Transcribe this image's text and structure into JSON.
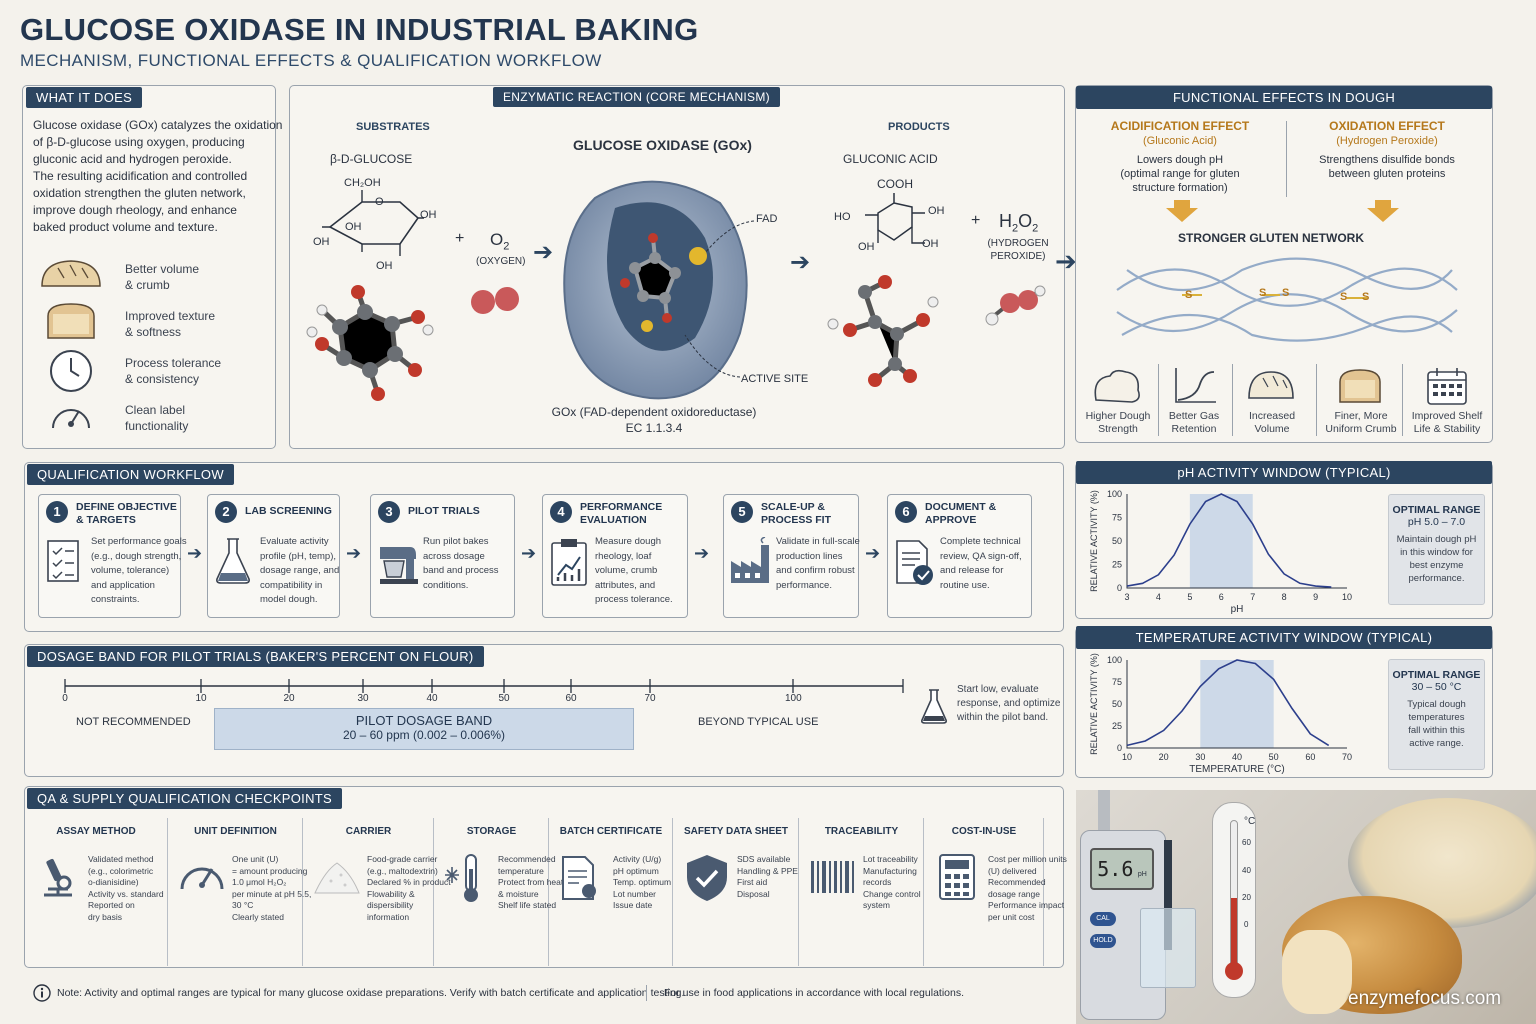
{
  "title": "GLUCOSE OXIDASE IN INDUSTRIAL BAKING",
  "subtitle": "MECHANISM, FUNCTIONAL EFFECTS & QUALIFICATION WORKFLOW",
  "what": {
    "header": "WHAT IT DOES",
    "body": [
      "Glucose oxidase (GOx) catalyzes the oxidation",
      "of β-D-glucose using oxygen, producing",
      "gluconic acid and hydrogen peroxide.",
      "The resulting acidification and controlled",
      "oxidation strengthen the gluten network,",
      "improve dough rheology, and enhance",
      "baked product volume and texture."
    ],
    "benefits": [
      {
        "icon": "bread-loaf-icon",
        "l1": "Better volume",
        "l2": "& crumb"
      },
      {
        "icon": "bread-slice-icon",
        "l1": "Improved texture",
        "l2": "& softness"
      },
      {
        "icon": "clock-icon",
        "l1": "Process tolerance",
        "l2": "& consistency"
      },
      {
        "icon": "gauge-icon",
        "l1": "Clean label",
        "l2": "functionality"
      }
    ]
  },
  "reaction": {
    "header": "ENZYMATIC REACTION (CORE MECHANISM)",
    "substrates": "SUBSTRATES",
    "products": "PRODUCTS",
    "glucose": "β-D-GLUCOSE",
    "oxygen_formula": "O",
    "oxygen_sub": "2",
    "oxygen_label": "(OXYGEN)",
    "enzyme": "GLUCOSE OXIDASE (GOx)",
    "fad": "FAD",
    "active_site": "ACTIVE SITE",
    "enzyme_desc1": "GOx (FAD-dependent oxidoreductase)",
    "enzyme_desc2": "EC 1.1.3.4",
    "gluconic": "GLUCONIC ACID",
    "h2o2_l1": "(HYDROGEN",
    "h2o2_l2": "PEROXIDE)",
    "plus": "+",
    "glucose_atoms": {
      "ch2oh": "CH₂OH",
      "oh1": "OH",
      "oh2": "OH",
      "oh3": "OH",
      "oh4": "OH",
      "o": "O"
    },
    "gluconic_atoms": {
      "cooh": "COOH",
      "ho": "HO",
      "oh1": "OH",
      "oh2": "OH",
      "oh3": "OH"
    }
  },
  "functional": {
    "header": "FUNCTIONAL EFFECTS IN DOUGH",
    "acid_title": "ACIDIFICATION EFFECT",
    "acid_sub": "(Gluconic Acid)",
    "acid_desc": [
      "Lowers dough pH",
      "(optimal range for gluten",
      "structure formation)"
    ],
    "ox_title": "OXIDATION EFFECT",
    "ox_sub": "(Hydrogen Peroxide)",
    "ox_desc": [
      "Strengthens disulfide bonds",
      "between gluten proteins"
    ],
    "network": "STRONGER GLUTEN NETWORK",
    "s": "S",
    "effects": [
      {
        "icon": "dough-icon",
        "l1": "Higher Dough",
        "l2": "Strength"
      },
      {
        "icon": "gas-curve-icon",
        "l1": "Better Gas",
        "l2": "Retention"
      },
      {
        "icon": "loaf-icon",
        "l1": "Increased",
        "l2": "Volume"
      },
      {
        "icon": "crumb-icon",
        "l1": "Finer, More",
        "l2": "Uniform Crumb"
      },
      {
        "icon": "calendar-icon",
        "l1": "Improved Shelf",
        "l2": "Life & Stability"
      }
    ]
  },
  "workflow": {
    "header": "QUALIFICATION WORKFLOW",
    "steps": [
      {
        "n": "1",
        "t1": "DEFINE OBJECTIVE",
        "t2": "& TARGETS",
        "icon": "checklist-icon",
        "d": [
          "Set performance goals",
          "(e.g., dough strength,",
          "volume, tolerance)",
          "and application",
          "constraints."
        ]
      },
      {
        "n": "2",
        "t1": "LAB SCREENING",
        "t2": "",
        "icon": "flask-icon",
        "d": [
          "Evaluate activity",
          "profile (pH, temp),",
          "dosage range, and",
          "compatibility in",
          "model dough."
        ]
      },
      {
        "n": "3",
        "t1": "PILOT TRIALS",
        "t2": "",
        "icon": "mixer-icon",
        "d": [
          "Run pilot bakes",
          "across dosage",
          "band and process",
          "conditions."
        ]
      },
      {
        "n": "4",
        "t1": "PERFORMANCE",
        "t2": "EVALUATION",
        "icon": "clipboard-chart-icon",
        "d": [
          "Measure dough",
          "rheology, loaf",
          "volume, crumb",
          "attributes, and",
          "process tolerance."
        ]
      },
      {
        "n": "5",
        "t1": "SCALE-UP &",
        "t2": "PROCESS FIT",
        "icon": "factory-icon",
        "d": [
          "Validate in full-scale",
          "production lines",
          "and confirm robust",
          "performance."
        ]
      },
      {
        "n": "6",
        "t1": "DOCUMENT &",
        "t2": "APPROVE",
        "icon": "document-check-icon",
        "d": [
          "Complete technical",
          "review, QA sign-off,",
          "and release for",
          "routine use."
        ]
      }
    ]
  },
  "dosage": {
    "header": "DOSAGE BAND FOR PILOT TRIALS  (BAKER'S PERCENT ON FLOUR)",
    "ticks": [
      "0",
      "10",
      "20",
      "30",
      "40",
      "50",
      "60",
      "70",
      "100"
    ],
    "not_rec": "NOT RECOMMENDED",
    "band_title": "PILOT DOSAGE BAND",
    "band_range": "20 – 60 ppm (0.002 – 0.006%)",
    "beyond": "BEYOND TYPICAL USE",
    "note": [
      "Start low, evaluate",
      "response, and optimize",
      "within the pilot band."
    ]
  },
  "qa": {
    "header": "QA & SUPPLY QUALIFICATION CHECKPOINTS",
    "cols": [
      {
        "title": "ASSAY METHOD",
        "icon": "microscope-icon",
        "items": [
          "Validated method",
          "(e.g., colorimetric",
          "o-dianisidine)",
          "Activity vs. standard",
          "Reported on",
          "dry basis"
        ]
      },
      {
        "title": "UNIT DEFINITION",
        "icon": "gauge-dial-icon",
        "items": [
          "One unit (U)",
          "= amount producing",
          "1.0 μmol H₂O₂",
          "per minute at pH 5.5,",
          "30 °C",
          "Clearly stated"
        ]
      },
      {
        "title": "CARRIER",
        "icon": "powder-pile-icon",
        "items": [
          "Food-grade carrier",
          "(e.g., maltodextrin)",
          "Declared % in product",
          "Flowability &",
          "dispersibility",
          "information"
        ]
      },
      {
        "title": "STORAGE",
        "icon": "thermometer-snowflake-icon",
        "items": [
          "Recommended",
          "temperature",
          "Protect from heat",
          "& moisture",
          "Shelf life stated"
        ]
      },
      {
        "title": "BATCH CERTIFICATE",
        "icon": "certificate-icon",
        "items": [
          "Activity (U/g)",
          "pH optimum",
          "Temp. optimum",
          "Lot number",
          "Issue date"
        ]
      },
      {
        "title": "SAFETY DATA SHEET",
        "icon": "shield-check-icon",
        "items": [
          "SDS available",
          "Handling & PPE",
          "First aid",
          "Disposal"
        ]
      },
      {
        "title": "TRACEABILITY",
        "icon": "barcode-icon",
        "items": [
          "Lot traceability",
          "Manufacturing",
          "records",
          "Change control",
          "system"
        ]
      },
      {
        "title": "COST-IN-USE",
        "icon": "calculator-icon",
        "items": [
          "Cost per million units",
          "(U) delivered",
          "Recommended",
          "dosage range",
          "Performance impact",
          "per unit cost"
        ]
      }
    ]
  },
  "footer": {
    "note": "Note: Activity and optimal ranges are typical for many glucose oxidase preparations. Verify with batch certificate and application testing.",
    "reg": "For use in food applications in accordance with local regulations."
  },
  "ph_chart": {
    "header": "pH ACTIVITY WINDOW (TYPICAL)",
    "optimal_title": "OPTIMAL RANGE",
    "optimal_range": "pH 5.0 – 7.0",
    "optimal_desc": [
      "Maintain dough pH",
      "in this window for",
      "best enzyme",
      "performance."
    ]
  },
  "temp_chart": {
    "header": "TEMPERATURE ACTIVITY WINDOW (TYPICAL)",
    "optimal_title": "OPTIMAL RANGE",
    "optimal_range": "30 – 50 °C",
    "optimal_desc": [
      "Typical dough",
      "temperatures",
      "fall within this",
      "active range."
    ]
  },
  "chart_data": [
    {
      "type": "line",
      "title": "pH ACTIVITY WINDOW (TYPICAL)",
      "xlabel": "pH",
      "ylabel": "RELATIVE ACTIVITY (%)",
      "xlim": [
        3,
        10
      ],
      "ylim": [
        0,
        100
      ],
      "xticks": [
        3,
        4,
        5,
        6,
        7,
        8,
        9,
        10
      ],
      "yticks": [
        0,
        25,
        50,
        75,
        100
      ],
      "highlight": [
        5,
        7
      ],
      "x": [
        3,
        3.5,
        4,
        4.5,
        5,
        5.5,
        6,
        6.5,
        7,
        7.5,
        8,
        8.5,
        9,
        9.5
      ],
      "y": [
        2,
        5,
        14,
        35,
        68,
        92,
        100,
        92,
        68,
        36,
        15,
        5,
        2,
        1
      ]
    },
    {
      "type": "line",
      "title": "TEMPERATURE ACTIVITY WINDOW (TYPICAL)",
      "xlabel": "TEMPERATURE (°C)",
      "ylabel": "RELATIVE ACTIVITY (%)",
      "xlim": [
        10,
        70
      ],
      "ylim": [
        0,
        100
      ],
      "xticks": [
        10,
        20,
        30,
        40,
        50,
        60,
        70
      ],
      "yticks": [
        0,
        25,
        50,
        75,
        100
      ],
      "highlight": [
        30,
        50
      ],
      "x": [
        10,
        15,
        20,
        25,
        30,
        35,
        40,
        45,
        50,
        55,
        60,
        65
      ],
      "y": [
        3,
        8,
        20,
        42,
        70,
        90,
        100,
        96,
        78,
        45,
        16,
        3
      ]
    }
  ],
  "photo": {
    "meter_reading": "5.6",
    "meter_unit": "pH",
    "cal": "CAL",
    "hold": "HOLD",
    "therm_unit": "°C",
    "therm_ticks": [
      "60",
      "40",
      "20",
      "0"
    ],
    "watermark": "enzymefocus.com"
  }
}
